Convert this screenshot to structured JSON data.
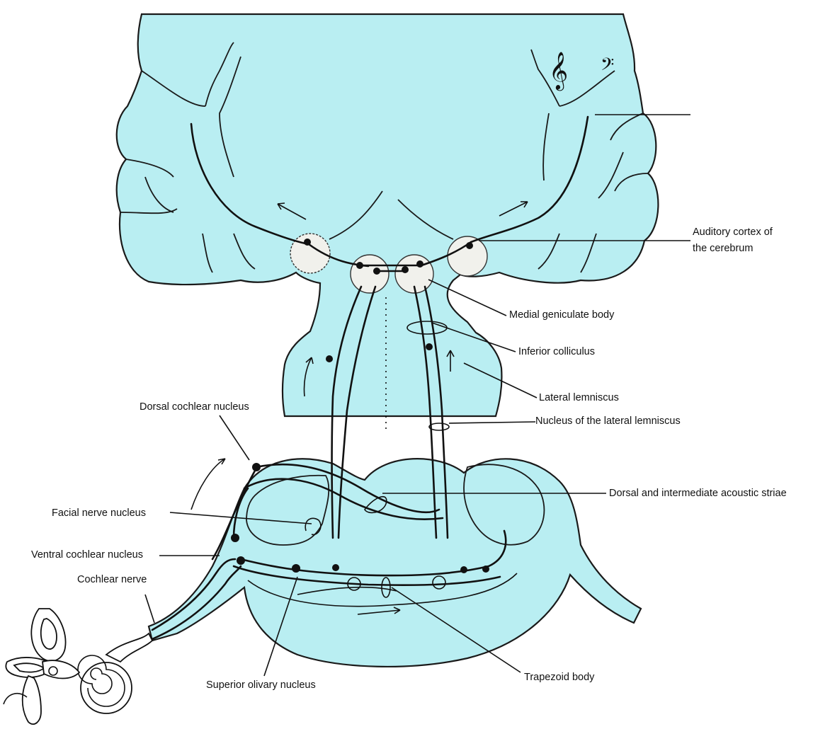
{
  "labels": {
    "auditory_cortex": [
      "Auditory cortex of",
      "the cerebrum"
    ],
    "medial_geniculate": "Medial geniculate body",
    "inferior_colliculus": "Inferior colliculus",
    "lateral_lemniscus": "Lateral lemniscus",
    "nucleus_lateral_lemniscus": "Nucleus of the lateral lemniscus",
    "dorsal_cochlear": "Dorsal cochlear nucleus",
    "dorsal_striae": "Dorsal and intermediate acoustic striae",
    "facial_nerve": "Facial nerve nucleus",
    "ventral_cochlear": "Ventral cochlear nucleus",
    "cochlear_nerve": "Cochlear nerve",
    "superior_olivary": "Superior olivary nucleus",
    "trapezoid_body": "Trapezoid body"
  },
  "symbols": [
    "treble-clef",
    "bass-clef"
  ],
  "colors": {
    "tissue": "#b9eef2",
    "outline": "#1a1a1a",
    "nucleus": "#f1f1ec"
  }
}
